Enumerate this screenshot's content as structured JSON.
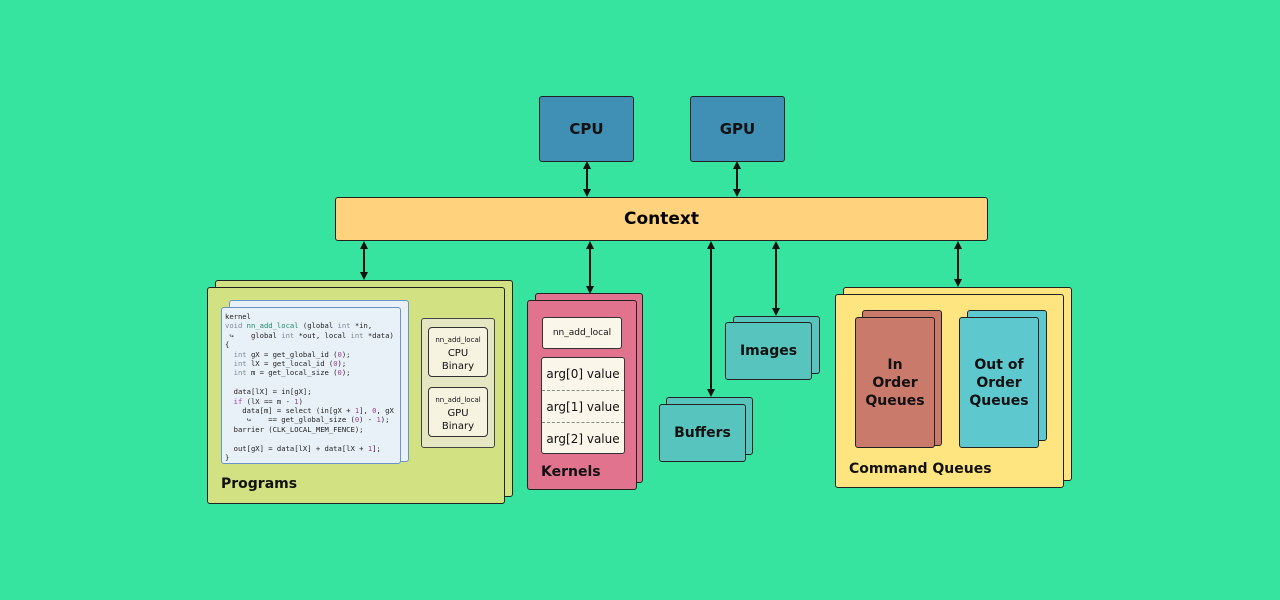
{
  "devices": {
    "cpu": "CPU",
    "gpu": "GPU"
  },
  "context": "Context",
  "programs": {
    "label": "Programs",
    "code_lines": [
      [
        [
          "kernel",
          ""
        ]
      ],
      [
        [
          "void ",
          "kw"
        ],
        [
          "nn_add_local",
          "fn"
        ],
        [
          " (global ",
          ""
        ],
        [
          "int",
          "kw"
        ],
        [
          " *in,",
          ""
        ]
      ],
      [
        [
          " ↪    global ",
          ""
        ],
        [
          "int",
          "kw"
        ],
        [
          " *out, local ",
          ""
        ],
        [
          "int",
          "kw"
        ],
        [
          " *data)",
          ""
        ]
      ],
      [
        [
          "{",
          ""
        ]
      ],
      [
        [
          "  ",
          ""
        ],
        [
          "int",
          "kw"
        ],
        [
          " gX = get_global_id (",
          ""
        ],
        [
          "0",
          "nm"
        ],
        [
          ");",
          ""
        ]
      ],
      [
        [
          "  ",
          ""
        ],
        [
          "int",
          "kw"
        ],
        [
          " lX = get_local_id (",
          ""
        ],
        [
          "0",
          "nm"
        ],
        [
          ");",
          ""
        ]
      ],
      [
        [
          "  ",
          ""
        ],
        [
          "int",
          "kw"
        ],
        [
          " m = get_local_size (",
          ""
        ],
        [
          "0",
          "nm"
        ],
        [
          ");",
          ""
        ]
      ],
      [
        [
          "",
          ""
        ]
      ],
      [
        [
          "  data[lX] = in[gX];",
          ""
        ]
      ],
      [
        [
          "  ",
          ""
        ],
        [
          "if",
          "nm"
        ],
        [
          " (lX == m - ",
          ""
        ],
        [
          "1",
          "nm"
        ],
        [
          ")",
          ""
        ]
      ],
      [
        [
          "    data[m] = select (in[gX + ",
          ""
        ],
        [
          "1",
          "nm"
        ],
        [
          "], ",
          ""
        ],
        [
          "0",
          "nm"
        ],
        [
          ", gX",
          ""
        ]
      ],
      [
        [
          "     ↪    == get_global_size (",
          ""
        ],
        [
          "0",
          "nm"
        ],
        [
          ") - ",
          ""
        ],
        [
          "1",
          "nm"
        ],
        [
          ");",
          ""
        ]
      ],
      [
        [
          "  barrier (CLK_LOCAL_MEM_FENCE);",
          ""
        ]
      ],
      [
        [
          "",
          ""
        ]
      ],
      [
        [
          "  out[gX] = data[lX] + data[lX + ",
          ""
        ],
        [
          "1",
          "nm"
        ],
        [
          "];",
          ""
        ]
      ],
      [
        [
          "}",
          ""
        ]
      ]
    ],
    "binaries": [
      {
        "title": "nn_add_local",
        "line1": "CPU",
        "line2": "Binary"
      },
      {
        "title": "nn_add_local",
        "line1": "GPU",
        "line2": "Binary"
      }
    ]
  },
  "kernels": {
    "label": "Kernels",
    "name": "nn_add_local",
    "args": [
      "arg[0]  value",
      "arg[1]  value",
      "arg[2]  value"
    ]
  },
  "buffers": "Buffers",
  "images": "Images",
  "command_queues": {
    "label": "Command Queues",
    "in_order": [
      "In",
      "Order",
      "Queues"
    ],
    "out_of_order": [
      "Out of",
      "Order",
      "Queues"
    ]
  },
  "colors": {
    "background": "#36e39f",
    "device": "#3f90b4",
    "context": "#ffd27d",
    "programs": "#d2e283",
    "code_panel": "#e9f1f8",
    "kernels": "#e2738f",
    "memory": "#57c4bd",
    "command_queues": "#ffe57f",
    "in_order_queue": "#c97a6b",
    "out_of_order_queue": "#5ec8cf"
  }
}
